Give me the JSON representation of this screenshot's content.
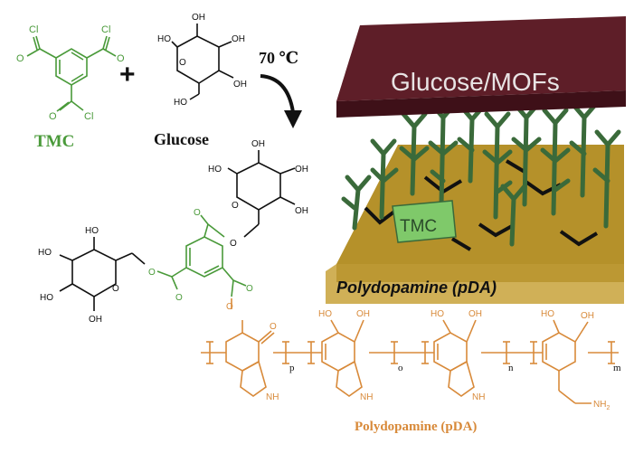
{
  "colors": {
    "tmc_green": "#4a9a3a",
    "pda_orange": "#d88a3a",
    "glucose_black": "#111111",
    "mof_plate": "#5e1e28",
    "pda_plate": "#b5912a",
    "branch_green": "#3a6a3a",
    "tmc_tag": "#7fc96a"
  },
  "labels": {
    "tmc_name": "TMC",
    "glucose_name": "Glucose",
    "reaction_temp": "70 ℃",
    "plus_sign": "+",
    "pda_name": "Polydopamine (pDA)"
  },
  "atoms": {
    "cl": "Cl",
    "o": "O",
    "oh": "OH",
    "ho": "HO",
    "nh": "NH",
    "nh2": "NH",
    "nh2_sub": "2"
  },
  "polymer": {
    "subscripts": [
      "p",
      "o",
      "n",
      "m"
    ]
  },
  "scheme3d": {
    "top_plate_label": "Glucose/MOFs",
    "bottom_plate_label": "Polydopamine (pDA)",
    "tmc_tag": "TMC"
  }
}
